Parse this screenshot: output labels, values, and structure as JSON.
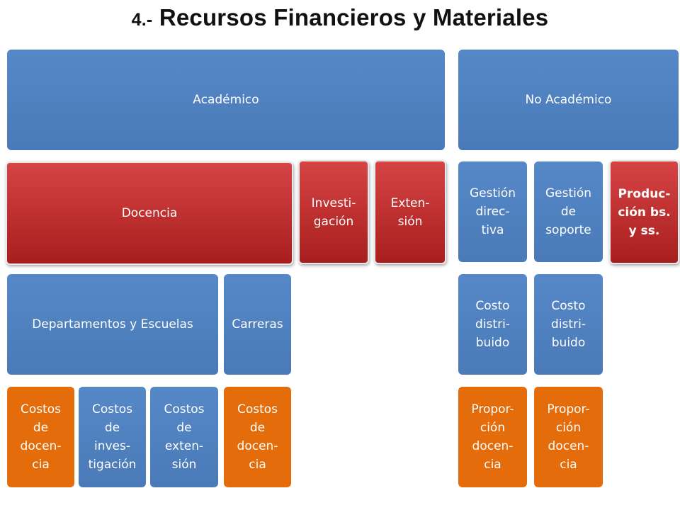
{
  "title": {
    "number": "4.-",
    "text": "Recursos Financieros y Materiales"
  },
  "colors": {
    "blue": "#4f81bd",
    "red": "#c0392b",
    "orange": "#e46c0a"
  },
  "academico": {
    "label": "Académico",
    "docencia": "Docencia",
    "investigacion": "Investi-\ngación",
    "extension": "Exten-\nsión",
    "departamentos": "Departamentos y Escuelas",
    "carreras": "Carreras",
    "costos_docencia": "Costos\nde\ndocen-\ncia",
    "costos_investigacion": "Costos\nde\ninves-\ntigación",
    "costos_extension": "Costos\nde\nexten-\nsión",
    "costos_docencia_carreras": "Costos\nde\ndocen-\ncia"
  },
  "no_academico": {
    "label": "No Académico",
    "gestion_directiva": "Gestión\ndirec-\ntiva",
    "gestion_soporte": "Gestión\nde\nsoporte",
    "produccion": "Produc-\nción bs.\ny ss.",
    "costo_distribuido_1": "Costo\ndistri-\nbuido",
    "costo_distribuido_2": "Costo\ndistri-\nbuido",
    "proporcion_1": "Propor-\nción\ndocen-\ncia",
    "proporcion_2": "Propor-\nción\ndocen-\ncia"
  }
}
